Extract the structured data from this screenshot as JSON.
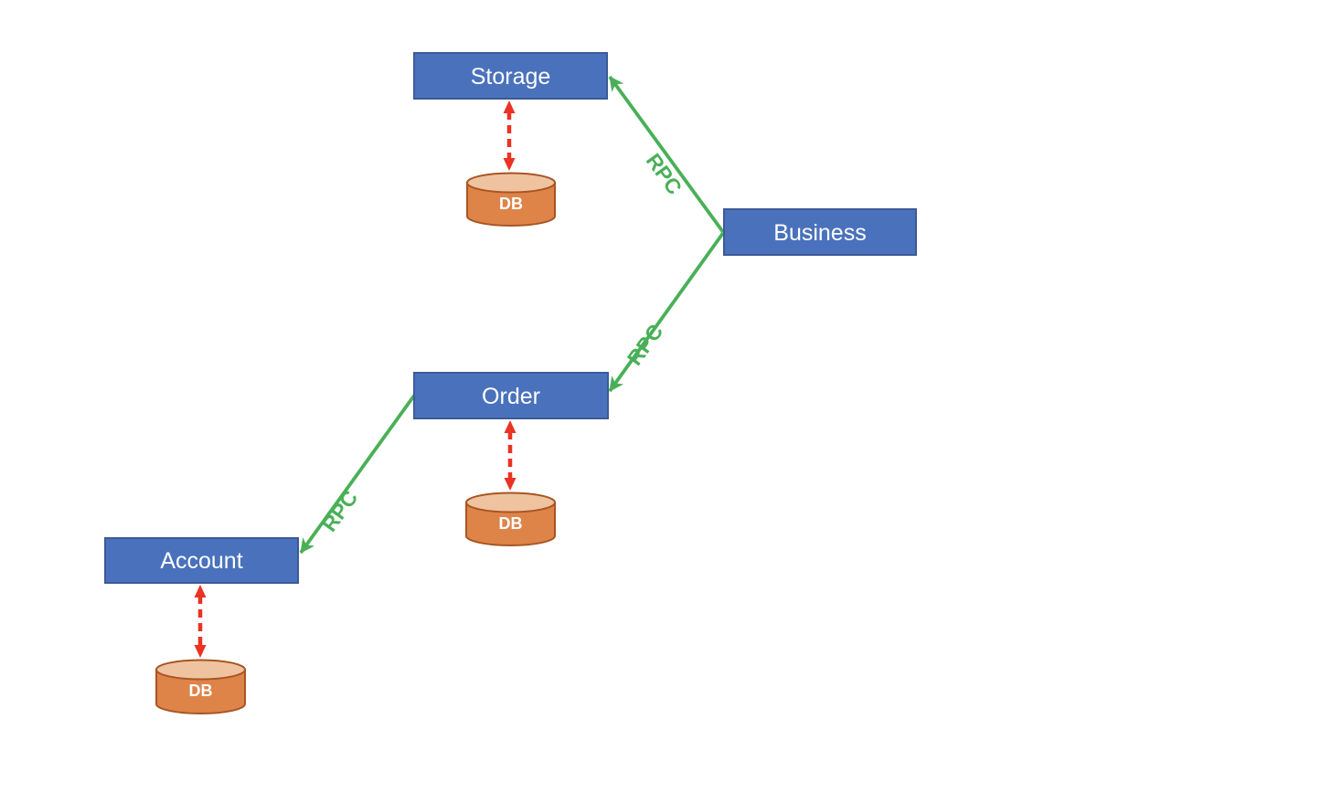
{
  "diagram": {
    "nodes": [
      {
        "id": "storage",
        "label": "Storage"
      },
      {
        "id": "business",
        "label": "Business"
      },
      {
        "id": "order",
        "label": "Order"
      },
      {
        "id": "account",
        "label": "Account"
      }
    ],
    "databases": [
      {
        "id": "storage-db",
        "label": "DB",
        "connected_to": "storage"
      },
      {
        "id": "order-db",
        "label": "DB",
        "connected_to": "order"
      },
      {
        "id": "account-db",
        "label": "DB",
        "connected_to": "account"
      }
    ],
    "rpc_edges": [
      {
        "from": "business",
        "to": "storage",
        "label": "RPC"
      },
      {
        "from": "business",
        "to": "order",
        "label": "RPC"
      },
      {
        "from": "order",
        "to": "account",
        "label": "RPC"
      }
    ],
    "db_edges": [
      {
        "between": [
          "storage",
          "storage-db"
        ],
        "style": "red-dashed-double-arrow"
      },
      {
        "between": [
          "order",
          "order-db"
        ],
        "style": "red-dashed-double-arrow"
      },
      {
        "between": [
          "account",
          "account-db"
        ],
        "style": "red-dashed-double-arrow"
      }
    ],
    "colors": {
      "background": "#FFFFFF",
      "node_fill": "#4A72BC",
      "node_border": "#3D5A96",
      "node_text": "#FFFFFF",
      "db_fill": "#DE8449",
      "db_top_fill": "#EFC3A0",
      "db_border": "#A85523",
      "db_text": "#FFFFFF",
      "rpc_green": "#49B057",
      "db_link_red": "#EB3223"
    }
  }
}
